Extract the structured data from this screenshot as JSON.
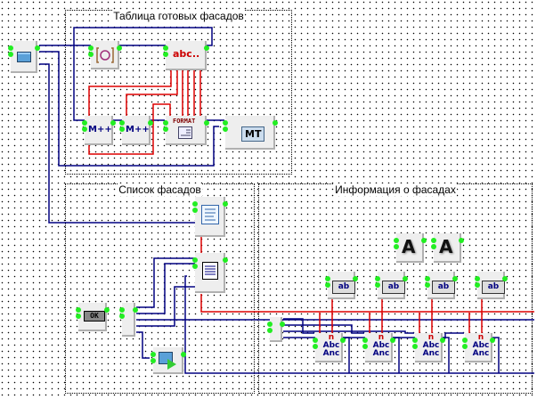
{
  "groups": {
    "table": {
      "title": "Таблица готовых фасадов"
    },
    "list": {
      "title": "Список фасадов"
    },
    "info": {
      "title": "Информация о фасадах"
    }
  },
  "components": {
    "ok_button": {
      "label": "OK"
    },
    "format": {
      "label": "FORMAT"
    },
    "mt": {
      "label": "MT"
    },
    "abc": {
      "label": "abc.."
    },
    "m1": {
      "label": "M++"
    },
    "m2": {
      "label": "M++"
    },
    "labels": [
      {
        "text": "A"
      },
      {
        "text": "A"
      }
    ],
    "edits": [
      {
        "text": "ab"
      },
      {
        "text": "ab"
      },
      {
        "text": "ab"
      },
      {
        "text": "ab"
      }
    ],
    "replacers": [
      {
        "n": "n",
        "top": "Abc",
        "bottom": "Anc"
      },
      {
        "n": "n",
        "top": "Abc",
        "bottom": "Anc"
      },
      {
        "n": "n",
        "top": "Abc",
        "bottom": "Anc"
      },
      {
        "n": "n",
        "top": "Abc",
        "bottom": "Anc"
      }
    ]
  },
  "colors": {
    "wire_data": "#000080",
    "wire_event": "#dd0000",
    "pin_active": "#22ee22"
  }
}
